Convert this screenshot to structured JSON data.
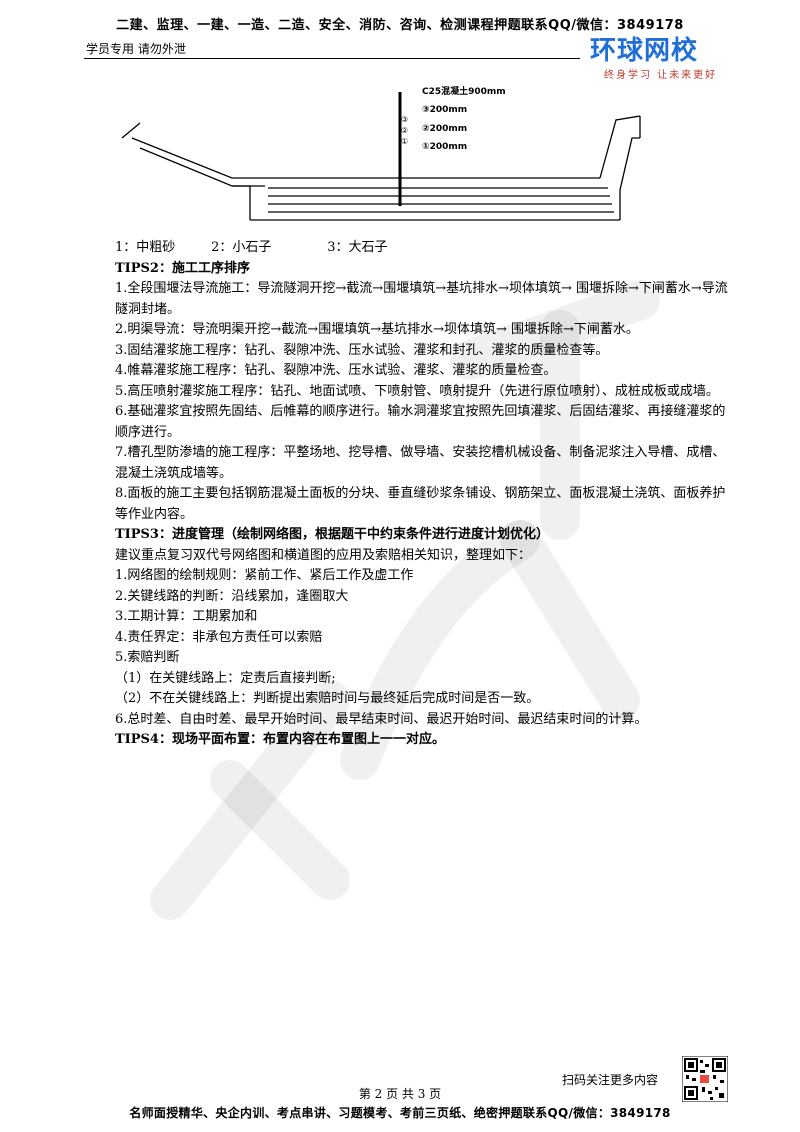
{
  "header": {
    "top_line": "二建、监理、一建、一造、二造、安全、消防、咨询、检测课程押题联系QQ/微信：3849178",
    "left_note": "学员专用 请勿外泄",
    "logo_text": "环球网校",
    "logo_slogan": "终身学习 让未来更好"
  },
  "diagram": {
    "label_title": "C25混凝土900mm",
    "label_1": "③200mm",
    "label_2": "②200mm",
    "label_3": "①200mm",
    "marker_3": "③",
    "marker_2": "②",
    "marker_1": "①"
  },
  "legend": {
    "item1": "1：中粗砂",
    "item2": "2：小石子",
    "item3": "3：大石子"
  },
  "sections": {
    "tips2_title": "TIPS2：施工工序排序",
    "p1": "1.全段围堰法导流施工：导流隧洞开挖→截流→围堰填筑→基坑排水→坝体填筑→ 围堰拆除→下闸蓄水→导流隧洞封堵。",
    "p2": "2.明渠导流：导流明渠开挖→截流→围堰填筑→基坑排水→坝体填筑→ 围堰拆除→下闸蓄水。",
    "p3": "3.固结灌浆施工程序：钻孔、裂隙冲洗、压水试验、灌浆和封孔、灌浆的质量检查等。",
    "p4": "4.帷幕灌浆施工程序：钻孔、裂隙冲洗、压水试验、灌浆、灌浆的质量检查。",
    "p5": "5.高压喷射灌浆施工程序：钻孔、地面试喷、下喷射管、喷射提升（先进行原位喷射）、成桩成板或成墙。",
    "p6": "6.基础灌浆宜按照先固结、后帷幕的顺序进行。输水洞灌浆宜按照先回填灌浆、后固结灌浆、再接缝灌浆的顺序进行。",
    "p7": "7.槽孔型防渗墙的施工程序：平整场地、挖导槽、做导墙、安装挖槽机械设备、制备泥浆注入导槽、成槽、混凝土浇筑成墙等。",
    "p8": "8.面板的施工主要包括钢筋混凝土面板的分块、垂直缝砂浆条铺设、钢筋架立、面板混凝土浇筑、面板养护等作业内容。",
    "tips3_title": "TIPS3：进度管理（绘制网络图，根据题干中约束条件进行进度计划优化）",
    "t3_intro": "建议重点复习双代号网络图和横道图的应用及索赔相关知识，整理如下：",
    "t3_1": "1.网络图的绘制规则：紧前工作、紧后工作及虚工作",
    "t3_2": "2.关键线路的判断：沿线累加，逢圈取大",
    "t3_3": "3.工期计算：工期累加和",
    "t3_4": "4.责任界定：非承包方责任可以索赔",
    "t3_5": "5.索赔判断",
    "t3_5a": "（1）在关键线路上：定责后直接判断;",
    "t3_5b": "（2）不在关键线路上：判断提出索赔时间与最终延后完成时间是否一致。",
    "t3_6": "6.总时差、自由时差、最早开始时间、最早结束时间、最迟开始时间、最迟结束时间的计算。",
    "tips4_title": "TIPS4：现场平面布置：布置内容在布置图上一一对应。"
  },
  "footer": {
    "scan_note": "扫码关注更多内容",
    "page_number": "第 2 页 共 3 页",
    "bottom_line": "名师面授精华、央企内训、考点串讲、习题模考、考前三页纸、绝密押题联系QQ/微信：3849178"
  }
}
